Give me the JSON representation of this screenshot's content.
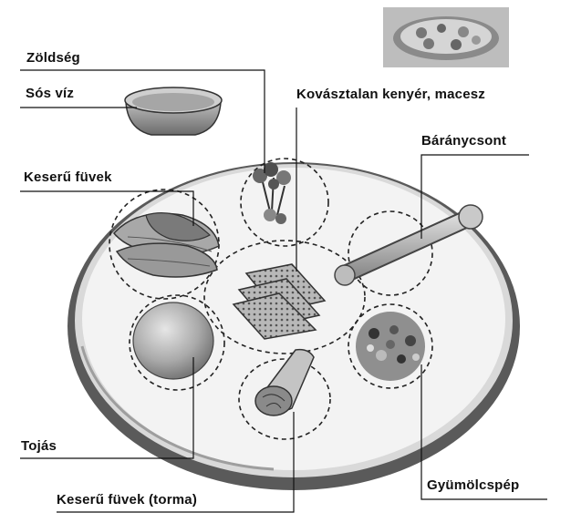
{
  "labels": {
    "vegetable": "Zöldség",
    "salt_water": "Sós víz",
    "matzah": "Kovásztalan kenyér, macesz",
    "shank_bone": "Báránycsont",
    "bitter_herbs": "Keserű füvek",
    "egg": "Tojás",
    "bitter_herbs_horseradish": "Keserű füvek (torma)",
    "charoset": "Gyümölcspép"
  },
  "colors": {
    "ink": "#111111",
    "plate_rim": "#3a3a3a",
    "plate_face": "#f2f2f2",
    "bowl": "#9a9a9a"
  }
}
